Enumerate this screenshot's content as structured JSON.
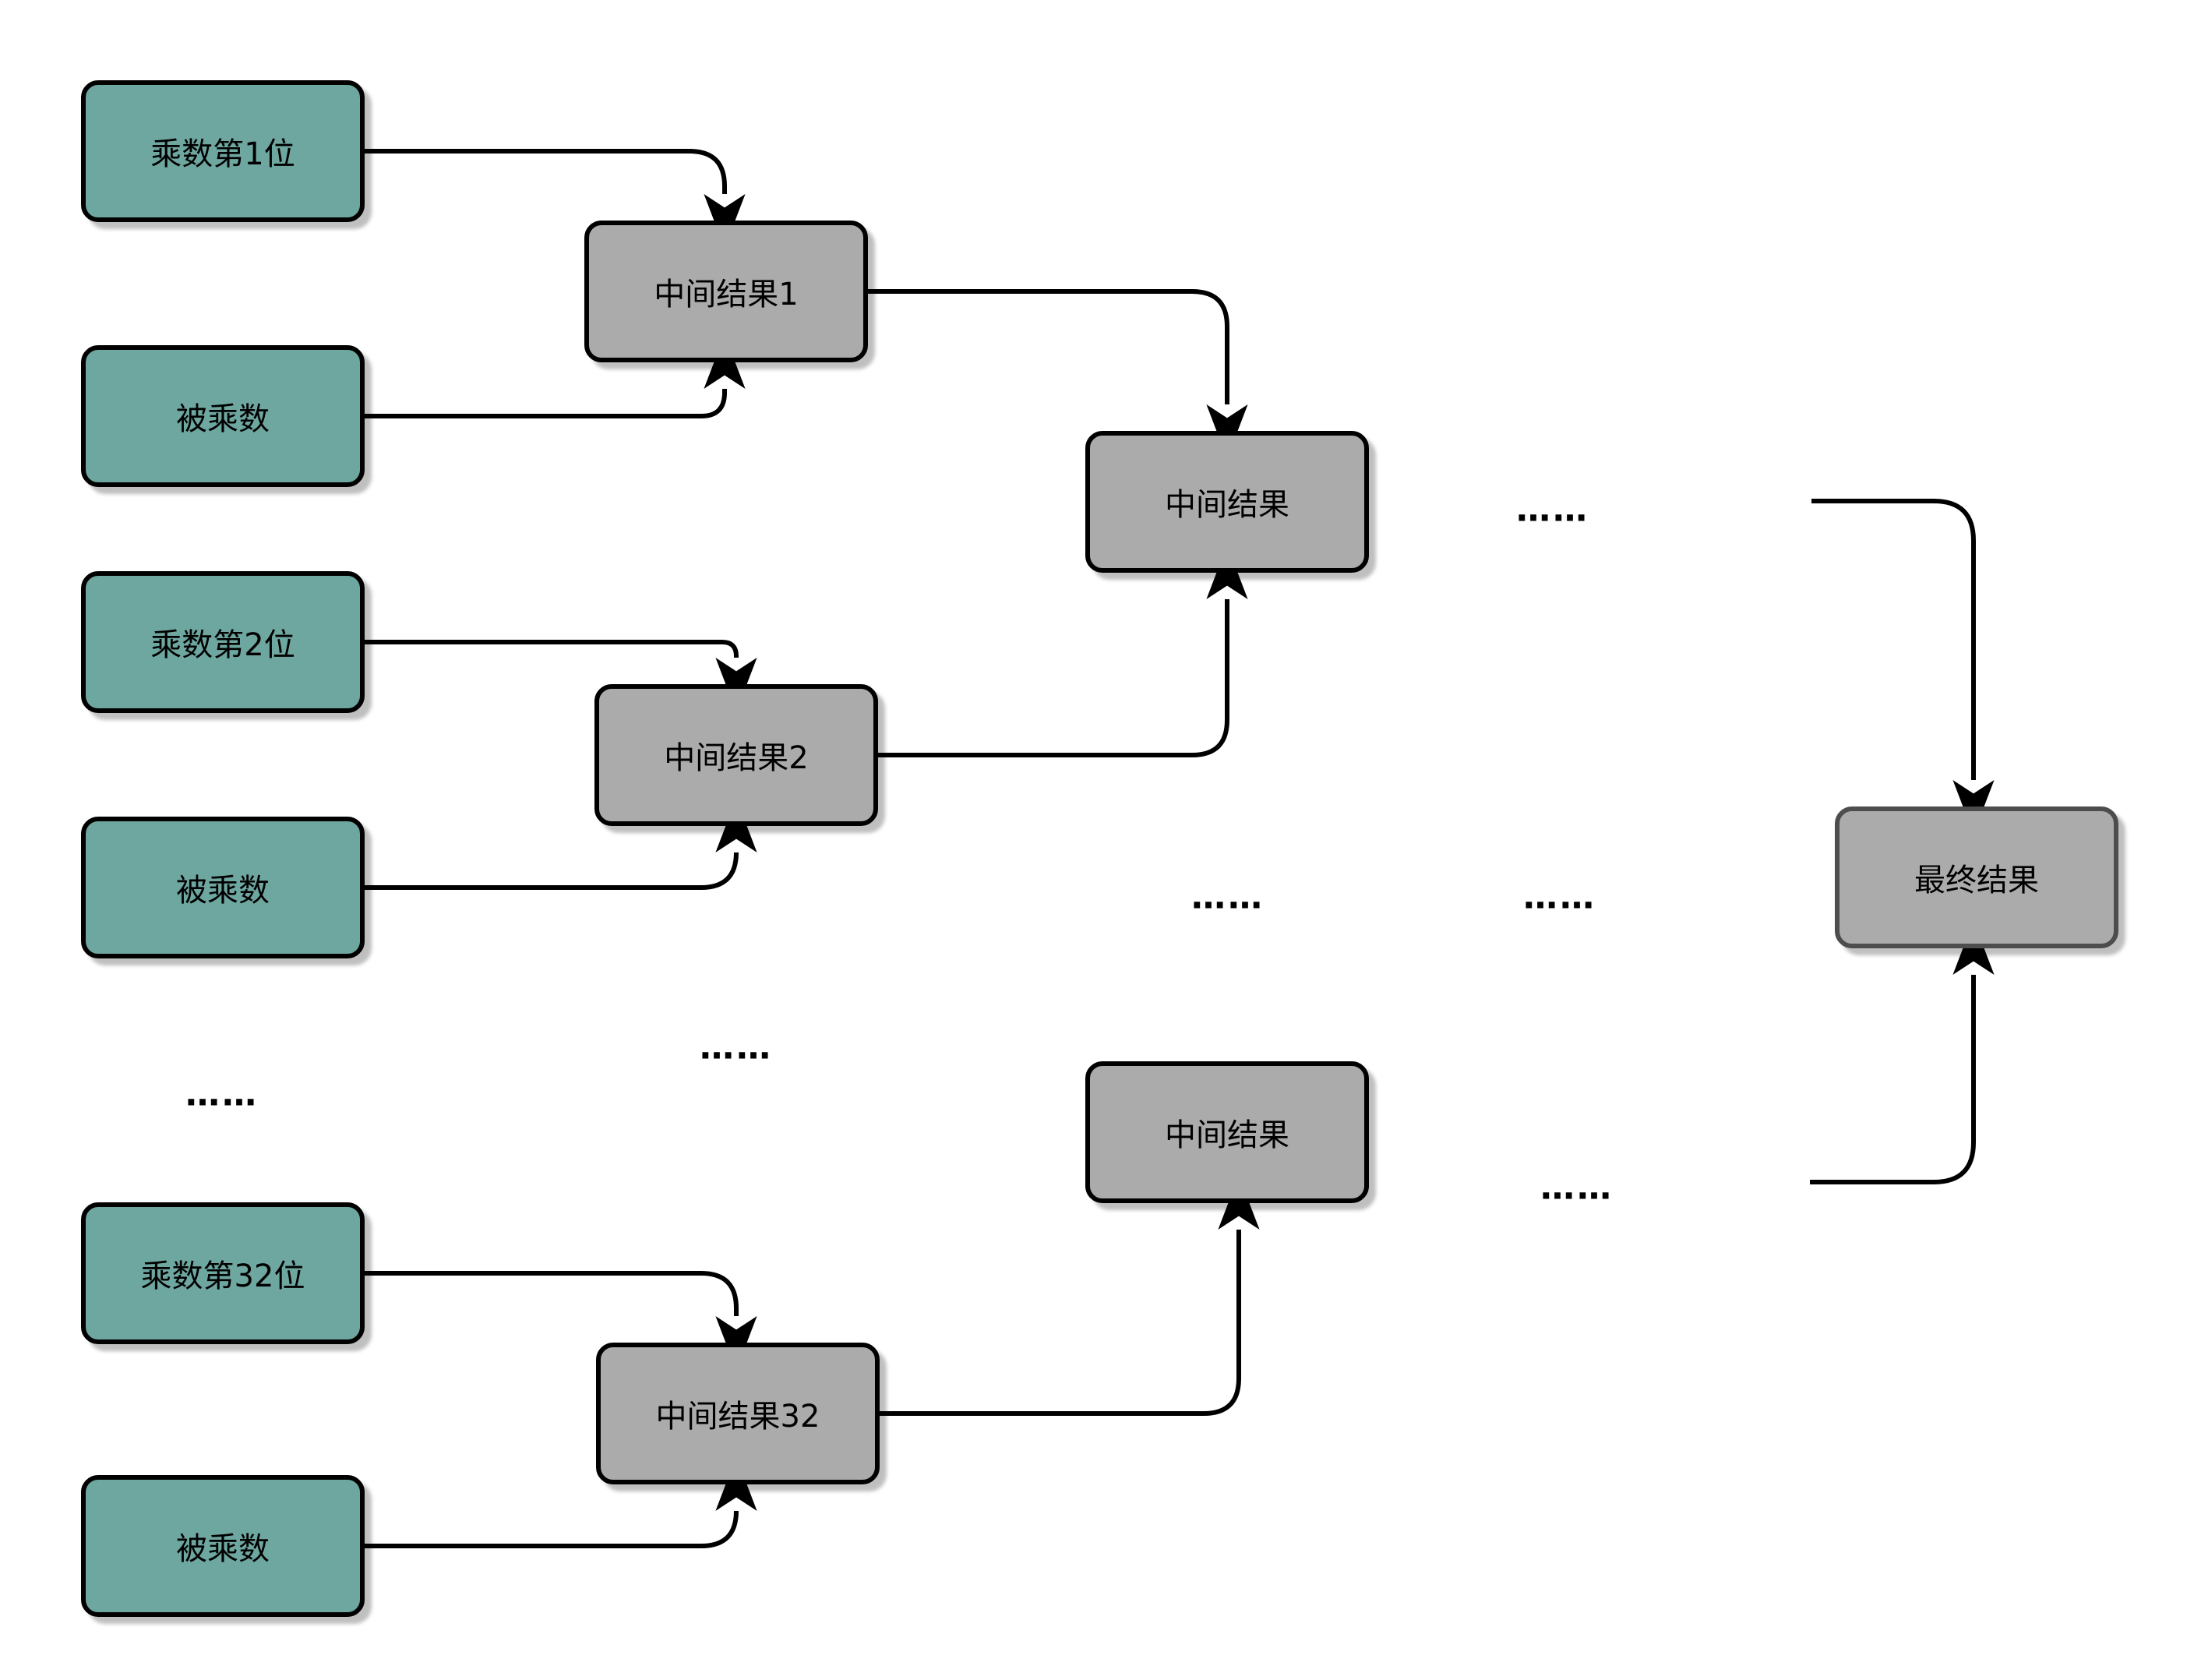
{
  "diagram": {
    "nodes": [
      {
        "id": "multiplier-bit-1",
        "label": "乘数第1位"
      },
      {
        "id": "multiplicand-row-1",
        "label": "被乘数"
      },
      {
        "id": "multiplier-bit-2",
        "label": "乘数第2位"
      },
      {
        "id": "multiplicand-row-2",
        "label": "被乘数"
      },
      {
        "id": "multiplier-bit-32",
        "label": "乘数第32位"
      },
      {
        "id": "multiplicand-row-3",
        "label": "被乘数"
      },
      {
        "id": "intermediate-result-1",
        "label": "中间结果1"
      },
      {
        "id": "intermediate-result-2",
        "label": "中间结果2"
      },
      {
        "id": "intermediate-result-32",
        "label": "中间结果32"
      },
      {
        "id": "intermediate-result-top",
        "label": "中间结果"
      },
      {
        "id": "intermediate-result-bottom",
        "label": "中间结果"
      },
      {
        "id": "final-result",
        "label": "最终结果"
      }
    ],
    "ellipsis": [
      "……",
      "……",
      "……",
      "……",
      "……",
      "……"
    ],
    "colors": {
      "source_fill": "#6EA7A0",
      "result_fill": "#ABABAB",
      "stroke": "#000000",
      "final_stroke": "#4D4D4D",
      "background": "#FFFFFF"
    }
  }
}
